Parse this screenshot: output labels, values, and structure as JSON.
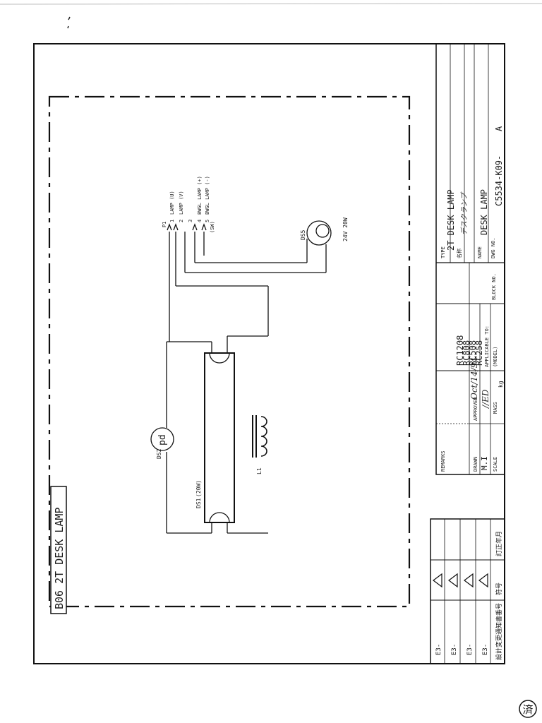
{
  "frame_title": "B06 2T DESK LAMP",
  "schematic": {
    "connector": {
      "ref": "P1",
      "pins": [
        {
          "num": "1",
          "label": "LAMP (U)"
        },
        {
          "num": "2",
          "label": "LAMP (V)"
        },
        {
          "num": "3",
          "label": ""
        },
        {
          "num": "4",
          "label": "BWGL LAMP (+)"
        },
        {
          "num": "5",
          "label": "BWGL LAMP (-)"
        }
      ],
      "note": "(SW)"
    },
    "ds5": {
      "ref": "DS5",
      "rating": "24V 20W"
    },
    "ds1": {
      "ref": "DS1",
      "rating": "(20W)"
    },
    "ds2": {
      "ref": "DS2",
      "symbol": "pd"
    },
    "l1": {
      "ref": "L1"
    }
  },
  "revision_table": {
    "rows": [
      "E3-",
      "E3-",
      "E3-",
      "E3-"
    ],
    "header_notice": "設計変更通知書番号",
    "header_symbol": "符号",
    "header_date": "訂正年月"
  },
  "title_block": {
    "remarks_label": "REMARKS",
    "drawn_label": "DRAWN",
    "drawn_value": "M.I",
    "scale_label": "SCALE",
    "approved_label": "APPROVED",
    "approved_value": "Oct/14/94",
    "approved_sign": "//ED",
    "mass_label": "MASS",
    "mass_unit": "kg",
    "models": [
      "RC1208",
      "RC808",
      "RC508",
      "RC258"
    ],
    "applicable_label": "APPLICABLE TO:",
    "model_label": "(MODEL)",
    "block_label": "BLOCK NO.",
    "type_label": "TYPE",
    "type_value": "2T DESK LAMP",
    "name_jp_label": "名称",
    "name_jp_value": "デスクランプ",
    "name_label": "NAME",
    "name_value": "DESK LAMP",
    "dwg_label": "DWG NO.",
    "dwg_value": "C5534-K09-",
    "dwg_rev": "A"
  },
  "stamp": "済"
}
